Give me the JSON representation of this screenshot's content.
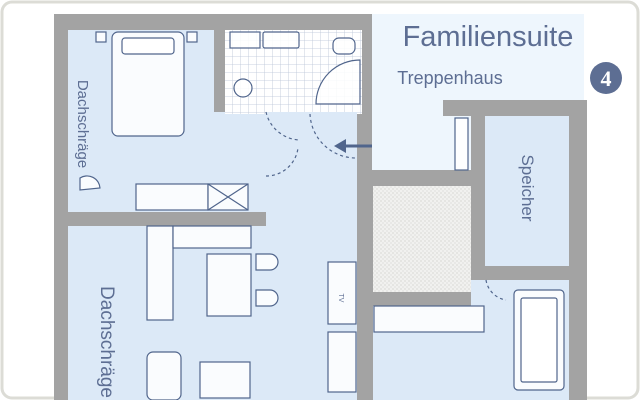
{
  "plan": {
    "title": "Familiensuite",
    "stairwell": "Treppenhaus",
    "floor_number": "4",
    "storage": "Speicher",
    "slope_bedroom": "Dachschräge",
    "slope_living": "Dachschräge",
    "tv": "TV"
  },
  "colors": {
    "wall": "#a3a3a3",
    "floor": "#dce9f7",
    "line": "#50658c",
    "text": "#5d6e93",
    "badge": "#5d6e93",
    "frame": "#dcdcd6"
  },
  "icons": {
    "entry_arrow": "arrow-left-icon",
    "floor_badge": "number-badge-icon"
  }
}
